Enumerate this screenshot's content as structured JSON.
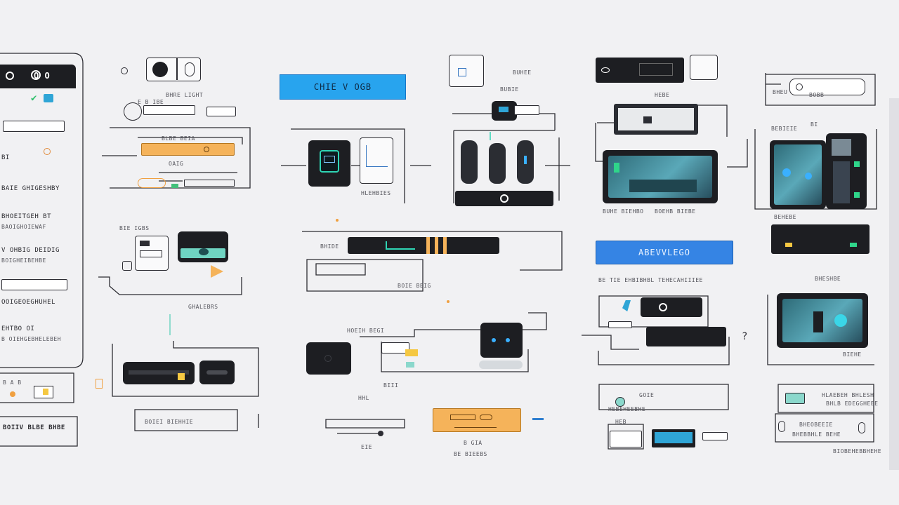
{
  "colors": {
    "background": "#f1f1f3",
    "accent_blue": "#28a4ee",
    "accent_blue_dark": "#3584e4",
    "accent_orange": "#f5b35a",
    "accent_teal": "#2fd5b5",
    "device_dark": "#1d1e22",
    "line": "#2d2d33"
  },
  "phone": {
    "top_text": "O O",
    "items": [
      "BI",
      "BAIE GHIGESHBY",
      "BHOEITGEH BT",
      "BAOIGHOIEWAF",
      "V OHBIG DEIDIG",
      "BOIGHEIBEHBE",
      "OOIGEOEGHUHEL",
      "EHTBO OI",
      "B OIEHGEBHELEBEH"
    ]
  },
  "labels": {
    "l1": "B A B",
    "l2": "BHRE LIGHT",
    "l3": "BLBE BEIA",
    "l4": "OAIG",
    "l5": "BIE IGBS",
    "l6": "GHALEBRS",
    "l7": "BOIEI BIEHHIE",
    "l8": "HLEHBIES",
    "l9": "BHIDE",
    "l10": "BOIE BEIG",
    "l11": "HOEIH BEGI",
    "l12": "BIII",
    "l13": "HHL",
    "l14": "EIE",
    "l15": "B GIA",
    "l16": "BE BIEEBS",
    "l17": "BUHEE",
    "l18": "BUHE BIEHBO",
    "l19": "BOEHB BIEBE",
    "l20": "GOIE",
    "l21": "HEB",
    "l22": "BE TIE EHBIBHBL TEHECAHIIIEE",
    "l23": "BI",
    "l24": "BEBIEIE",
    "l25": "BHESHBE",
    "l26": "BIEHE",
    "l27": "HLAEBEH BHLESH",
    "l28": "BHLB EDEGGHEEE",
    "l29": "BHEOBEEIE",
    "l30": "BHEBBHLE BEHE",
    "l31": "BHEU",
    "l32": "BUBIE",
    "l33": "E B IBE",
    "l34": "BOBB",
    "l35": "HEBE",
    "l36": "BIOBEHEBBHEHE",
    "l37": "BEHEBE",
    "l38": "HEBEHEEBHE"
  },
  "buttons": {
    "top_blue": "CHIE V OGB",
    "mid_blue": "ABEVVLEGO"
  },
  "bottom_left_box": "BOIIV BLBE BHBE"
}
